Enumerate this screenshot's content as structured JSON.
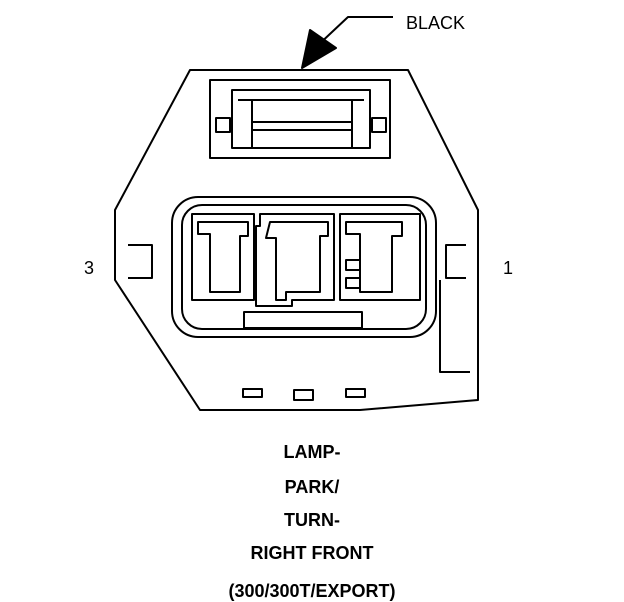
{
  "callout": {
    "color_label": "BLACK"
  },
  "pins": {
    "left": "3",
    "right": "1"
  },
  "caption": {
    "line1": "LAMP-",
    "line2": "PARK/",
    "line3": "TURN-",
    "line4": "RIGHT FRONT",
    "line5": "(300/300T/EXPORT)"
  },
  "colors": {
    "stroke": "#000000",
    "background": "#ffffff"
  }
}
